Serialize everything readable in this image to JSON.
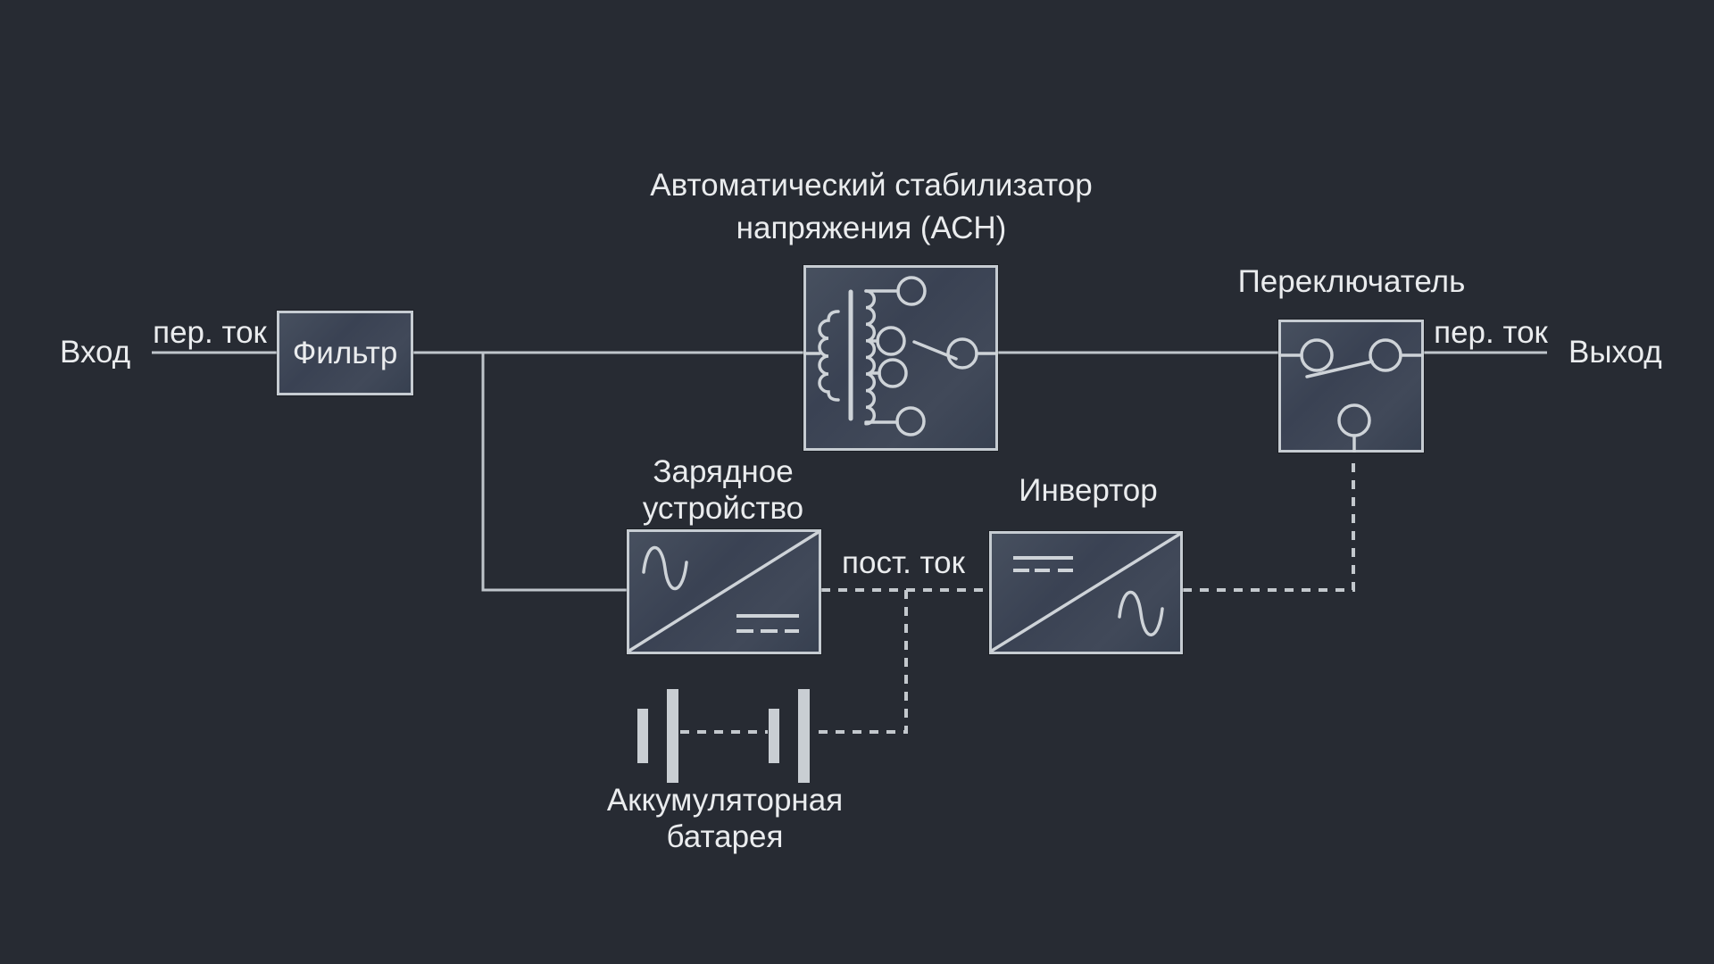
{
  "diagram": {
    "title": {
      "line1": "Автоматический стабилизатор",
      "line2": "напряжения (АСН)"
    },
    "terminals": {
      "input": "Вход",
      "output": "Выход"
    },
    "wire_labels": {
      "ac_left": "пер. ток",
      "ac_right": "пер. ток",
      "dc": "пост. ток"
    },
    "blocks": {
      "filter": {
        "label": "Фильтр"
      },
      "switch": {
        "label": "Переключатель"
      },
      "charger": {
        "line1": "Зарядное",
        "line2": "устройство"
      },
      "inverter": {
        "label": "Инвертор"
      },
      "battery": {
        "line1": "Аккумуляторная",
        "line2": "батарея"
      }
    },
    "icons": {
      "stabilizer": "autotransformer-tap-selector-icon",
      "switch": "transfer-switch-icon",
      "charger": "ac-to-dc-rectifier-icon",
      "inverter": "dc-to-ac-inverter-icon",
      "battery": "battery-cells-icon"
    },
    "colors": {
      "background": "#272b33",
      "box_fill": "#3d4555",
      "box_border": "#c6ccd2",
      "wire": "#bfc5cb",
      "text": "#eaecee"
    }
  }
}
